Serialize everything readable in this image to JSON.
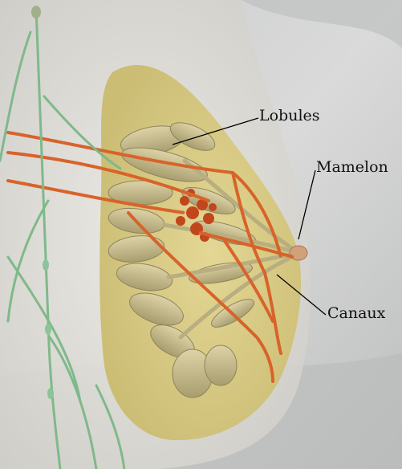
{
  "labels": {
    "lobules": "Lobules",
    "mamelon": "Mamelon",
    "canaux": "Canaux"
  },
  "colors": {
    "background": "#cfd0cf",
    "breast_skin": "#e3e2de",
    "fat_tissue": "#d9cc86",
    "lobule": "#c9bd8b",
    "lymph_vessel": "#d8632a",
    "lymph_node": "#c2461c",
    "nerve": "#7fb98a",
    "leader_line": "#000000"
  }
}
